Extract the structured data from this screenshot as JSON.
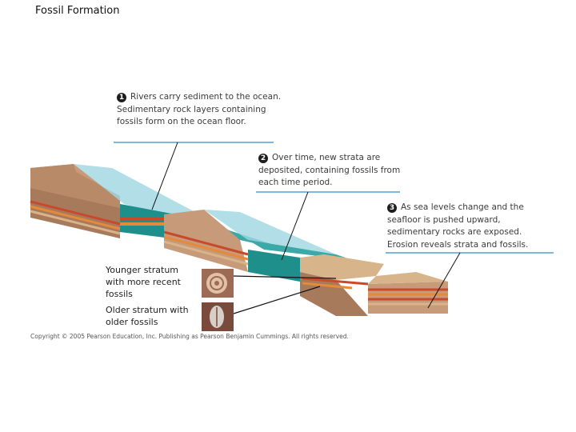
{
  "title": "Fossil Formation",
  "callouts": [
    {
      "num": "1",
      "text": "Rivers carry sediment to the ocean. Sedimentary rock layers containing fossils form on the ocean floor."
    },
    {
      "num": "2",
      "text": "Over time, new strata are deposited, containing fossils from each time period."
    },
    {
      "num": "3",
      "text": "As sea levels change and the seafloor is pushed upward, sedimentary rocks are exposed. Erosion reveals strata and fossils."
    }
  ],
  "labels": {
    "younger": "Younger stratum with more recent fossils",
    "older": "Older stratum with older fossils"
  },
  "copyright": "Copyright © 2005 Pearson Education, Inc. Publishing as Pearson Benjamin Cummings. All rights reserved.",
  "colors": {
    "callout_rule": "#2a8fc8",
    "water": "#9fd6e2",
    "sea_top": "#3aa9a8",
    "sea_side": "#1f8f8c",
    "land": "#c79a7a",
    "land_dark": "#a87a5c",
    "stratum_red": "#c84a2c",
    "stratum_orange": "#e58a3a",
    "stratum_tan": "#d8b48a",
    "fossil_bg": "#8a5c4a"
  }
}
